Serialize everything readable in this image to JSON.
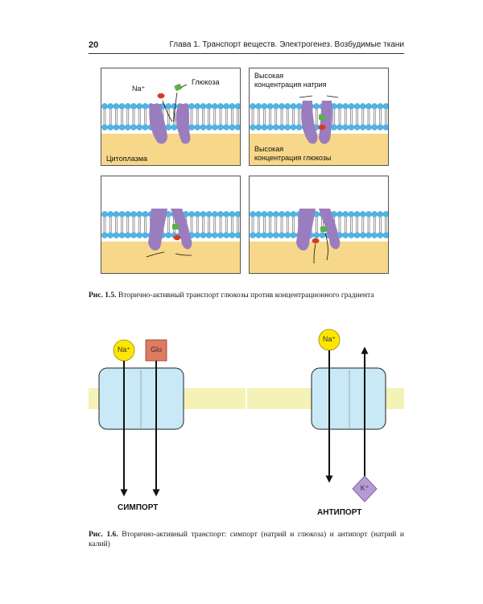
{
  "header": {
    "page_number": "20",
    "running_head": "Глава 1. Транспорт веществ. Электрогенез. Возбудимые ткани"
  },
  "fig15": {
    "labels": {
      "na": "Na⁺",
      "glucose": "Глюкоза",
      "cytoplasm": "Цитоплазма",
      "high_na_1": "Высокая",
      "high_na_2": "концентрация натрия",
      "high_glu_1": "Высокая",
      "high_glu_2": "концентрация глюкозы"
    },
    "caption_prefix": "Рис. 1.5.",
    "caption": "Вторично-активный транспорт глюкозы против концентрационного градиента"
  },
  "fig16": {
    "na_label": "Na⁺",
    "glu_label": "Glu",
    "k_label": "K⁺",
    "symport": "СИМПОРТ",
    "antiport": "АНТИПОРТ",
    "caption_prefix": "Рис. 1.6.",
    "caption": "Вторично-активный транспорт: симпорт (натрий и глюкоза) и антипорт (натрий и калий)"
  },
  "colors": {
    "membrane_head": "#4fb5e4",
    "cytoplasm": "#f7d789",
    "protein": "#9a7dbf",
    "sodium": "#d83a1f",
    "glucose": "#5cb048",
    "membrane_band": "#f4f2b6",
    "transporter": "#c8e9f5",
    "na_circle": "#ffe600",
    "glu_box": "#e07a60",
    "k_diamond": "#b69ad6"
  }
}
